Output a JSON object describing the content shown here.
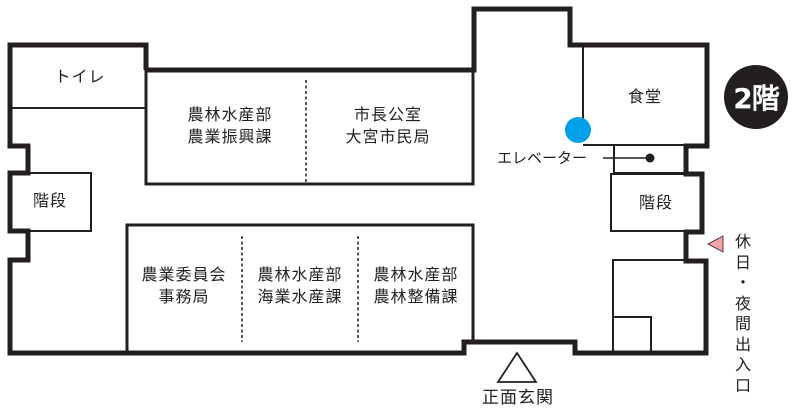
{
  "floor_badge": {
    "label": "2階",
    "bg_color": "#231f20",
    "fg_color": "#ffffff"
  },
  "rooms": {
    "toilet": {
      "lines": [
        "トイレ"
      ]
    },
    "stairs_left": {
      "lines": [
        "階段"
      ]
    },
    "stairs_right": {
      "lines": [
        "階段"
      ]
    },
    "agri_promotion": {
      "lines": [
        "農林水産部",
        "農業振興課"
      ]
    },
    "mayor_office": {
      "lines": [
        "市長公室",
        "大宮市民局"
      ]
    },
    "cafeteria": {
      "lines": [
        "食堂"
      ]
    },
    "agri_committee": {
      "lines": [
        "農業委員会",
        "事務局"
      ]
    },
    "fisheries": {
      "lines": [
        "農林水産部",
        "海業水産課"
      ]
    },
    "land_improvement": {
      "lines": [
        "農林水産部",
        "農林整備課"
      ]
    }
  },
  "elevator": {
    "label": "エレベーター",
    "marker_color": "#00a0e9"
  },
  "entrances": {
    "main": {
      "label": "正面玄関",
      "icon": "triangle-outline-up"
    },
    "after_hours": {
      "chars": [
        "休",
        "日",
        "・",
        "夜",
        "間",
        "出",
        "入",
        "口"
      ],
      "icon": "triangle-pink-left",
      "icon_color": "#f4a4a4"
    }
  },
  "colors": {
    "wall": "#231f20",
    "background": "#ffffff"
  }
}
